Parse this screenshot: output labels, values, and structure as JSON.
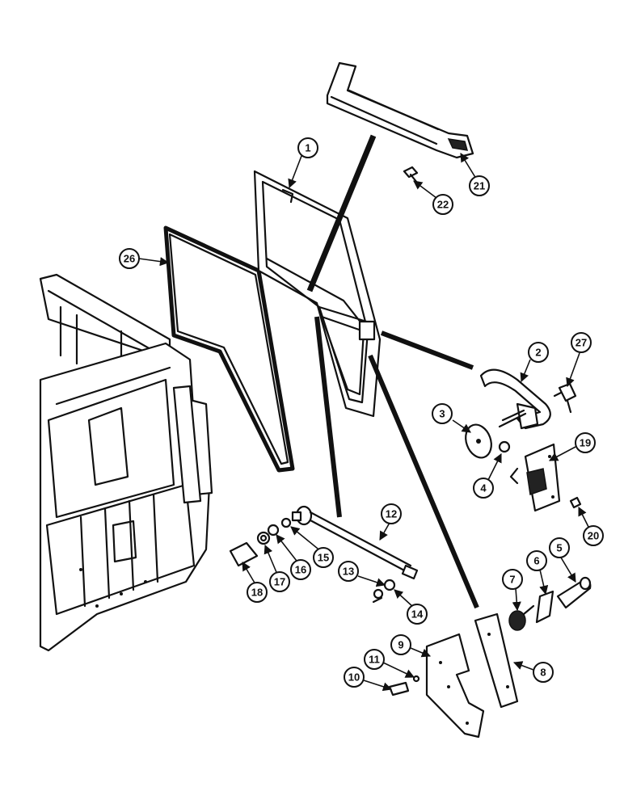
{
  "diagram": {
    "callouts": [
      "1",
      "2",
      "3",
      "4",
      "5",
      "6",
      "7",
      "8",
      "9",
      "10",
      "11",
      "12",
      "13",
      "14",
      "15",
      "16",
      "17",
      "18",
      "19",
      "20",
      "21",
      "22",
      "26",
      "27"
    ]
  }
}
